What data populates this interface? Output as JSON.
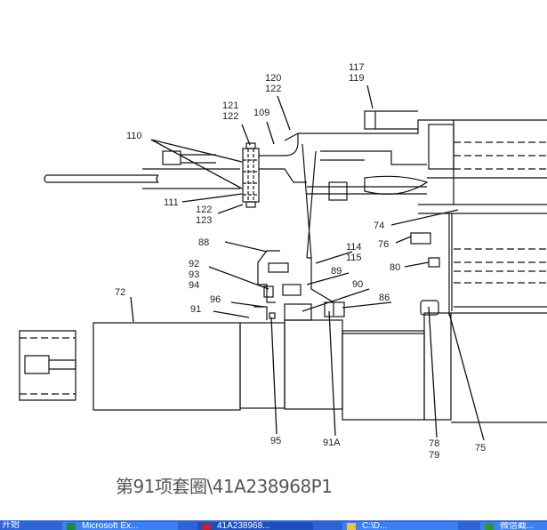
{
  "caption": "第91项套圈\\41A238968P1",
  "callouts": {
    "c117": "117",
    "c119": "119",
    "c120": "120",
    "c122a": "122",
    "c121": "121",
    "c122b": "122",
    "c109": "109",
    "c110": "110",
    "c111": "111",
    "c122c": "122",
    "c123": "123",
    "c74": "74",
    "c76": "76",
    "c88": "88",
    "c114": "114",
    "c115": "115",
    "c92": "92",
    "c93": "93",
    "c94": "94",
    "c89": "89",
    "c90": "90",
    "c80": "80",
    "c86": "86",
    "c72": "72",
    "c96": "96",
    "c91": "91",
    "c95": "95",
    "c91A": "91A",
    "c78": "78",
    "c79": "79",
    "c75": "75"
  },
  "taskbar": {
    "start": "开始",
    "items": [
      {
        "label": "Microsoft Ex...",
        "icon": "excel-icon",
        "color": "#1d8a3a"
      },
      {
        "label": "41A238968...",
        "icon": "pdf-icon",
        "color": "#c8202a",
        "active": true
      },
      {
        "label": "C:\\D...",
        "icon": "folder-icon",
        "color": "#f0c040"
      },
      {
        "label": "微信截...",
        "icon": "image-icon",
        "color": "#2a9a2a"
      }
    ]
  }
}
